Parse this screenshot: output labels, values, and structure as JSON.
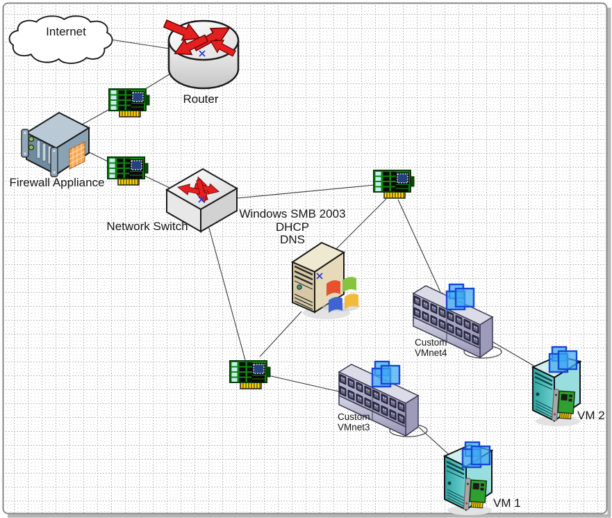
{
  "diagram": {
    "nodes": {
      "internet": {
        "type": "cloud",
        "label": "Internet"
      },
      "router": {
        "type": "router",
        "label": "Router"
      },
      "firewall": {
        "type": "firewall-appliance",
        "label": "Firewall Appliance"
      },
      "network_switch": {
        "type": "switch",
        "label": "Network Switch"
      },
      "server": {
        "type": "windows-server",
        "label_lines": [
          "Windows SMB 2003",
          "DHCP",
          "DNS"
        ]
      },
      "vmnet4": {
        "type": "virtual-hub",
        "label_lines": [
          "Custom",
          "VMnet4"
        ]
      },
      "vmnet3": {
        "type": "virtual-hub",
        "label_lines": [
          "Custom",
          "VMnet3"
        ]
      },
      "vm2": {
        "type": "virtual-machine",
        "label": "VM 2"
      },
      "vm1": {
        "type": "virtual-machine",
        "label": "VM 1"
      }
    },
    "nics": {
      "count": 4,
      "description": "green NIC adapter card icons"
    },
    "edges": [
      {
        "from": "internet",
        "to": "router"
      },
      {
        "from": "router",
        "to": "nic-1"
      },
      {
        "from": "nic-1",
        "to": "firewall"
      },
      {
        "from": "firewall",
        "to": "nic-2"
      },
      {
        "from": "nic-2",
        "to": "network_switch"
      },
      {
        "from": "network_switch",
        "to": "nic-3"
      },
      {
        "from": "nic-3",
        "to": "server"
      },
      {
        "from": "nic-3",
        "to": "vmnet4"
      },
      {
        "from": "network_switch",
        "to": "nic-4"
      },
      {
        "from": "server",
        "to": "nic-4"
      },
      {
        "from": "nic-4",
        "to": "vmnet3"
      },
      {
        "from": "vmnet3",
        "to": "vm1"
      },
      {
        "from": "vmnet4",
        "to": "vm2"
      }
    ],
    "colors": {
      "nic_green": "#0d870d",
      "arrow_red": "#e41f1f",
      "vm_teal": "#4cc0c0",
      "hub_body": "#a9a9c7",
      "server_tan": "#d6c8a4",
      "badge_blue": "#3fa9f0",
      "brick_orange": "#f5a855",
      "connector_line": "#383838",
      "grid_gray": "#c4c4c4",
      "selection_x_blue": "#2233cc"
    }
  }
}
